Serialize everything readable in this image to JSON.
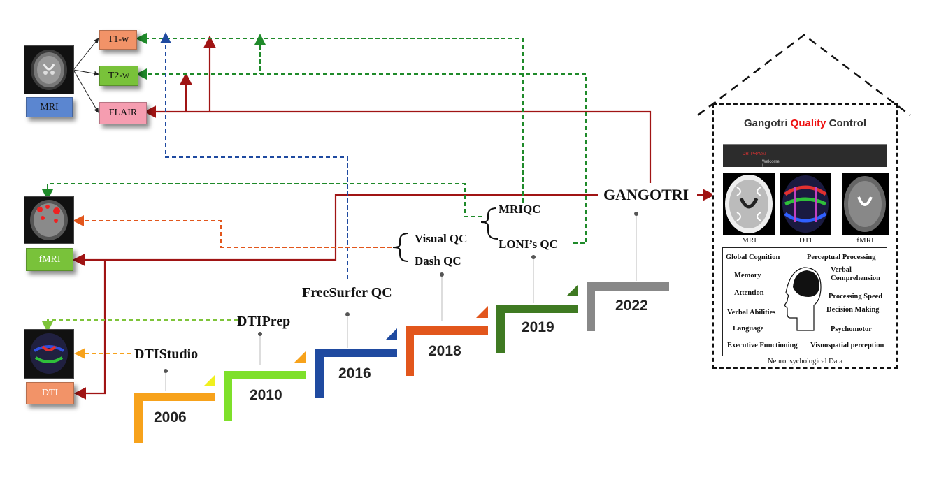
{
  "modalities": {
    "mri": "MRI",
    "t1w": "T1-w",
    "t2w": "T2-w",
    "flair": "FLAIR",
    "fmri": "fMRI",
    "dti": "DTI"
  },
  "tools": {
    "dtistudio": "DTIStudio",
    "dtiprep": "DTIPrep",
    "freesurfer_qc": "FreeSurfer QC",
    "visual_qc": "Visual QC",
    "dash_qc": "Dash QC",
    "mriqc": "MRIQC",
    "lonis_qc": "LONI’s QC",
    "gangotri": "GANGOTRI"
  },
  "timeline": [
    {
      "year": "2006",
      "color": "#f7a21b",
      "tip": "#f0f01e"
    },
    {
      "year": "2010",
      "color": "#7ee02a",
      "tip": "#f7a21b"
    },
    {
      "year": "2016",
      "color": "#1f4aa0",
      "tip": "#1f4aa0"
    },
    {
      "year": "2018",
      "color": "#e2561c",
      "tip": "#e2561c"
    },
    {
      "year": "2019",
      "color": "#3f7a22",
      "tip": "#3f7a22"
    },
    {
      "year": "2022",
      "color": "#888888",
      "tip": "#888888"
    }
  ],
  "colors": {
    "gangotri_line": "#a01414",
    "green_dash": "#1f8a2a",
    "blue_dash": "#1f4aa0",
    "orange_dash": "#e2561c",
    "lightgreen_dash": "#7ec43a",
    "yellow_dash": "#f7a21b",
    "t1_box": "#f29368",
    "t2_box": "#79c23a",
    "flair_box": "#f59db0",
    "mri_box": "#5b86d0"
  },
  "gqc": {
    "title_part1": "Gangotri ",
    "title_part2": "Quality",
    "title_part3": " Control",
    "welcome": "Welcome ! ",
    "welcome_user": "DR_PRAVAT",
    "labels": [
      "MRI",
      "DTI",
      "fMRI"
    ],
    "neuro_items": {
      "global_cognition": "Global Cognition",
      "perceptual_processing": "Perceptual Processing",
      "memory": "Memory",
      "verbal_comprehension": "Verbal Comprehension",
      "attention": "Attention",
      "processing_speed": "Processing Speed",
      "verbal_abilities": "Verbal Abilities",
      "decision_making": "Decision Making",
      "language": "Language",
      "psychomotor": "Psychomotor",
      "executive_functioning": "Executive Functioning",
      "visuospatial_perception": "Visuospatial perception"
    },
    "caption": "Neuropsychological Data"
  },
  "icons": [
    "brain-mri-thumbnail",
    "fmri-activation-thumbnail",
    "dti-tractography-thumbnail",
    "head-silhouette-icon",
    "house-roof-icon"
  ]
}
